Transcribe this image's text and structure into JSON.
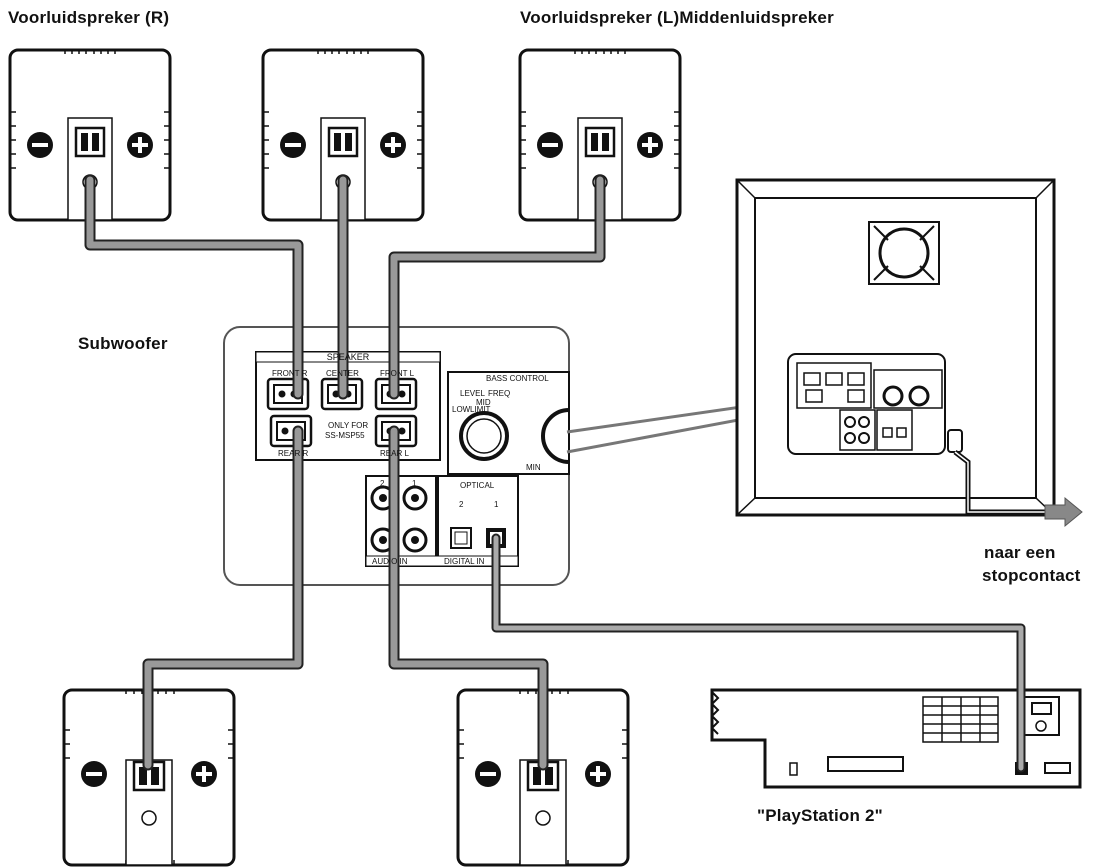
{
  "labels": {
    "front_right": "Voorluidspreker (R)",
    "front_left_center": "Voorluidspreker (L)Middenluidspreker",
    "subwoofer": "Subwoofer",
    "outlet_line1": "naar een",
    "outlet_line2": "stopcontact",
    "playstation": "\"PlayStation 2\""
  },
  "panel": {
    "speaker_header": "SPEAKER",
    "front_r": "FRONT R",
    "center": "CENTER",
    "front_l": "FRONT L",
    "rear_r": "REAR R",
    "rear_l": "REAR L",
    "only_for": "ONLY FOR",
    "ss_mpx": "SS-MSP55",
    "bass_control": "BASS CONTROL",
    "level": "LEVEL",
    "freq": "FREQ",
    "mid": "MID",
    "low": "LOW",
    "limit": "LIMIT",
    "min": "MIN",
    "optical": "OPTICAL",
    "opt2": "2",
    "opt1": "1",
    "analog2": "2",
    "analog1": "1",
    "audio_in": "AUDIO IN",
    "digital_in": "DIGITAL IN"
  }
}
